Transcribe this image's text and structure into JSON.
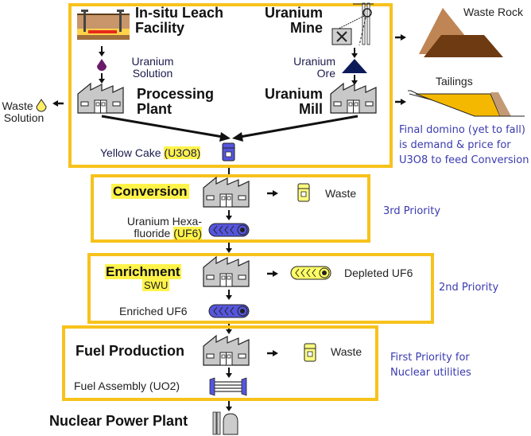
{
  "colors": {
    "box_border": "#f7c21c",
    "highlight": "#fff34a",
    "note_text": "#3a3ab0",
    "label_text": "#1b1b4d",
    "waste_rock": "#8b5a2b",
    "tailings": "#f5b800",
    "uf6_blue": "#5555dd",
    "depleted_yellow": "#ffff66"
  },
  "mining": {
    "isl_title_1": "In-situ Leach",
    "isl_title_2": "Facility",
    "mine_title_1": "Uranium",
    "mine_title_2": "Mine",
    "solution_1": "Uranium",
    "solution_2": "Solution",
    "ore_1": "Uranium",
    "ore_2": "Ore",
    "processing_1": "Processing",
    "processing_2": "Plant",
    "mill_1": "Uranium",
    "mill_2": "Mill",
    "yellow_cake": "Yellow Cake ",
    "yellow_cake_formula": "(U3O8)"
  },
  "side": {
    "waste_solution_1": "Waste",
    "waste_solution_2": "Solution",
    "waste_rock": "Waste Rock",
    "tailings": "Tailings",
    "final_note": [
      "Final domino (yet to fall)",
      "is demand & price for",
      "U3O8 to feed Conversion"
    ]
  },
  "conversion": {
    "title": "Conversion",
    "waste": "Waste",
    "product_1": "Uranium Hexa-",
    "product_2": "fluoride ",
    "product_formula": "(UF6)",
    "priority": "3rd Priority"
  },
  "enrichment": {
    "title": "Enrichment",
    "unit": "SWU",
    "byproduct": "Depleted UF6",
    "product": "Enriched UF6",
    "priority": "2nd Priority"
  },
  "fuel": {
    "title": "Fuel Production",
    "waste": "Waste",
    "product": "Fuel Assembly (UO2)",
    "priority_1": "First Priority for",
    "priority_2": "Nuclear utilities"
  },
  "final_stage": {
    "title": "Nuclear Power Plant"
  }
}
